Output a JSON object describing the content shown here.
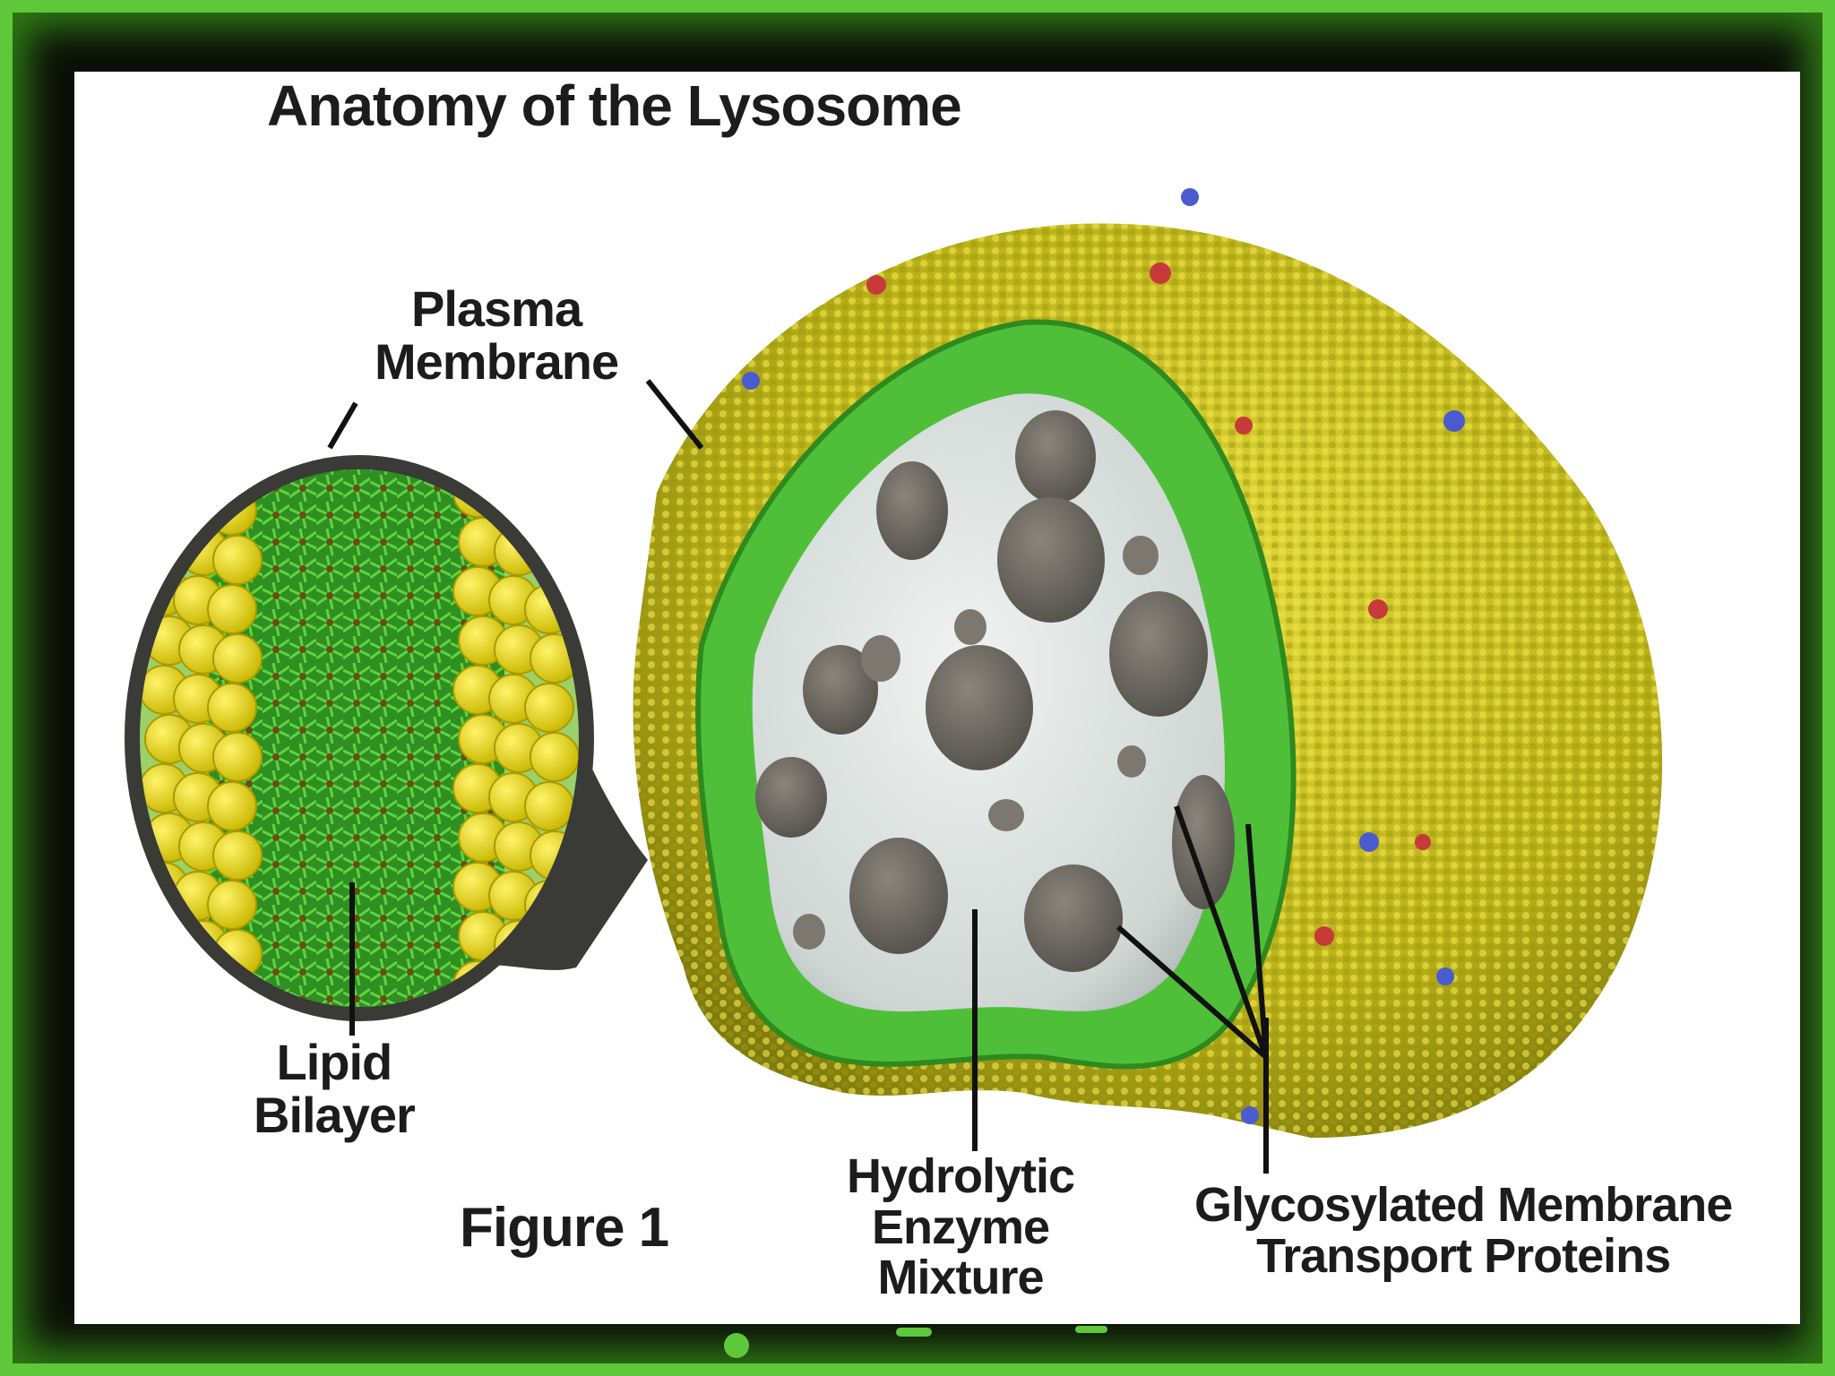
{
  "title": "Anatomy of the Lysosome",
  "labels": {
    "plasma_membrane": [
      "Plasma",
      "Membrane"
    ],
    "lipid_bilayer": [
      "Lipid",
      "Bilayer"
    ],
    "figure": "Figure 1",
    "hydrolytic": [
      "Hydrolytic",
      "Enzyme",
      "Mixture"
    ],
    "glycosylated": [
      "Glycosylated Membrane",
      "Transport Proteins"
    ]
  },
  "colors": {
    "frame_outer": "#5ec83a",
    "frame_inner": "#0b0f08",
    "membrane_yellow": "#c8c21a",
    "membrane_dark": "#8d8a10",
    "inner_green": "#4fbf3a",
    "interior": "#dfe4e3",
    "blob": "#6d6a63",
    "protein_red": "#c83a3a",
    "protein_blue": "#4a5bd0",
    "lipid_head": "#f2e11c"
  }
}
